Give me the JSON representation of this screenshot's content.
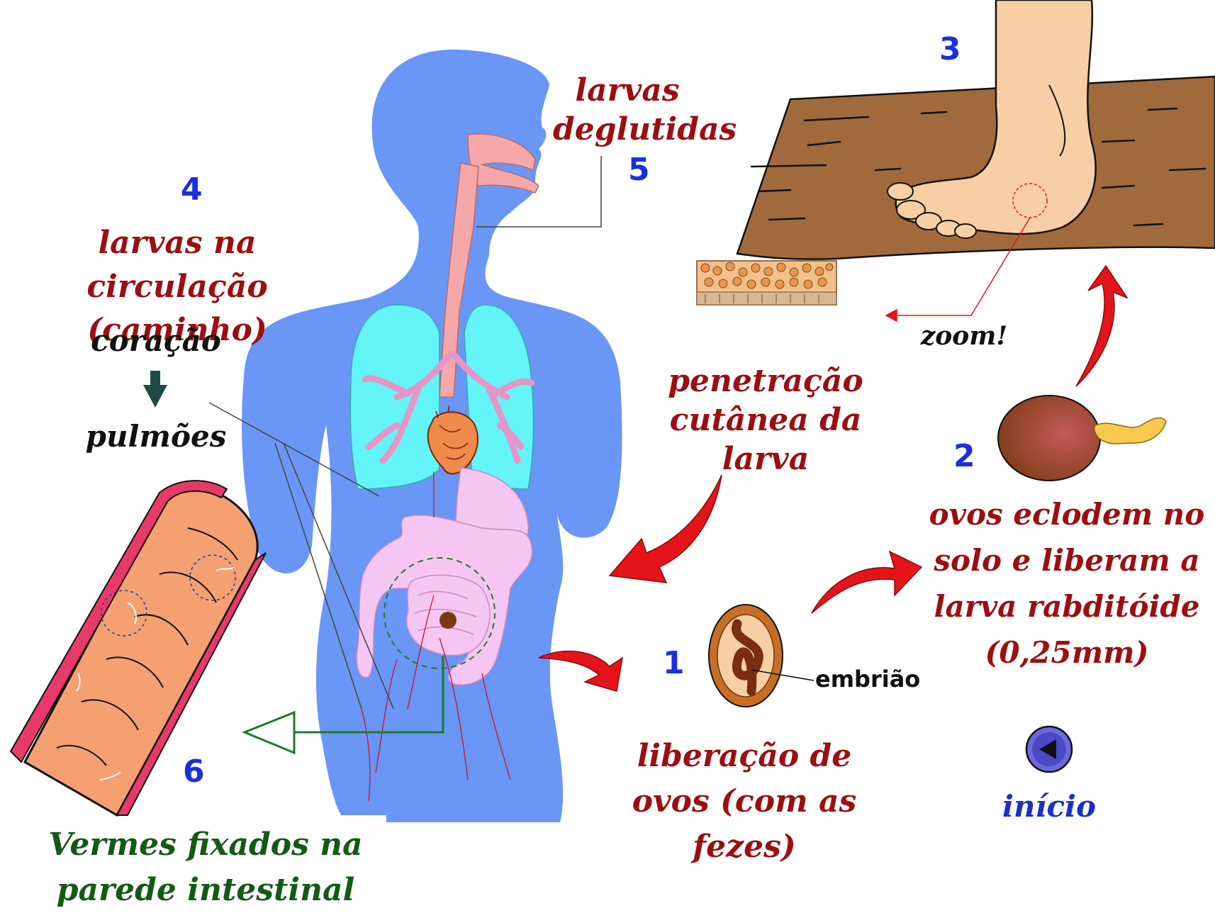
{
  "colors": {
    "label_red": "#9b0f12",
    "number_blue": "#1a2fe0",
    "body_blue": "#6a96f5",
    "soil_brown": "#a06a3c",
    "intestine_pink": "#f6c6f2",
    "lung_cyan": "#63f4f8",
    "worm_orange": "#f4a070",
    "arrow_red": "#e5141a",
    "worm_caption_green": "#135a13"
  },
  "icons": {
    "back_button": "left-triangle-circle-icon"
  },
  "steps": {
    "s1": {
      "num": "1",
      "label": [
        "liberação de",
        "ovos (com as",
        "fezes)"
      ],
      "embryo": "embrião"
    },
    "s2": {
      "num": "2",
      "label": [
        "ovos eclodem no",
        "solo e liberam a",
        "larva rabditóide",
        "(0,25mm)"
      ]
    },
    "s3": {
      "num": "3",
      "zoom": "zoom!"
    },
    "s4": {
      "num": "4",
      "label": [
        "larvas na circulação",
        "(caminho)"
      ],
      "heart": "coração",
      "lungs": "pulmões"
    },
    "s5": {
      "num": "5",
      "label": [
        "larvas",
        "deglutidas"
      ]
    },
    "s6": {
      "num": "6",
      "label": [
        "Vermes fixados na",
        "parede intestinal"
      ]
    }
  },
  "penetration": [
    "penetração",
    "cutânea da larva"
  ],
  "nav": {
    "start": "início"
  }
}
